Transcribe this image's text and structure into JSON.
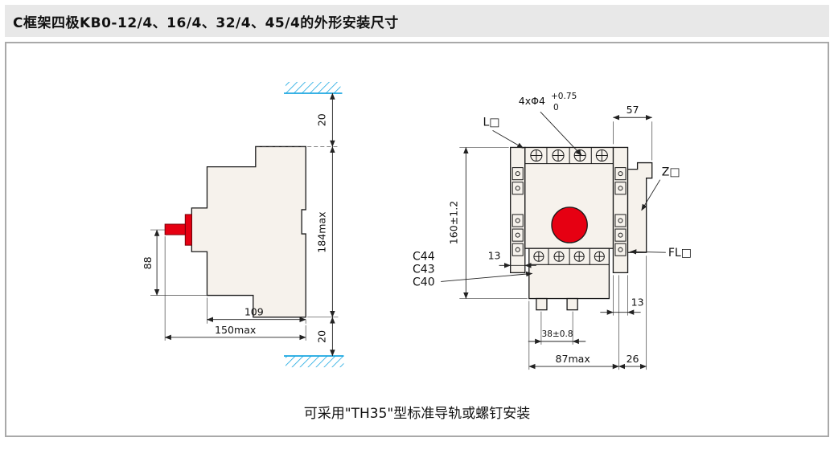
{
  "header": {
    "title": "C框架四极KB0-12/4、16/4、32/4、45/4的外形安装尺寸"
  },
  "caption": "可采用\"TH35\"型标准导轨或螺钉安装",
  "colors": {
    "hatch_blue": "#18a6e0",
    "handle_red": "#e60012",
    "body_fill": "#f6f2ec"
  },
  "side_view": {
    "dim_top_gap": "20",
    "dim_height": "184max",
    "dim_bottom_gap": "20",
    "dim_handle_center": "88",
    "dim_depth": "109",
    "dim_depth_max": "150max"
  },
  "front_view": {
    "holes_label": "4xΦ4",
    "holes_tol_upper": "+0.75",
    "holes_tol_lower": "0",
    "dim_top_right": "57",
    "label_l": "L□",
    "label_z": "Z□",
    "label_fl": "FL□",
    "dim_height": "160±1.2",
    "dim_rail_left": "13",
    "models": [
      "C44",
      "C43",
      "C40"
    ],
    "dim_holes_pitch": "38±0.8",
    "dim_width": "87max",
    "dim_ext": "26",
    "dim_rail_right": "13"
  }
}
